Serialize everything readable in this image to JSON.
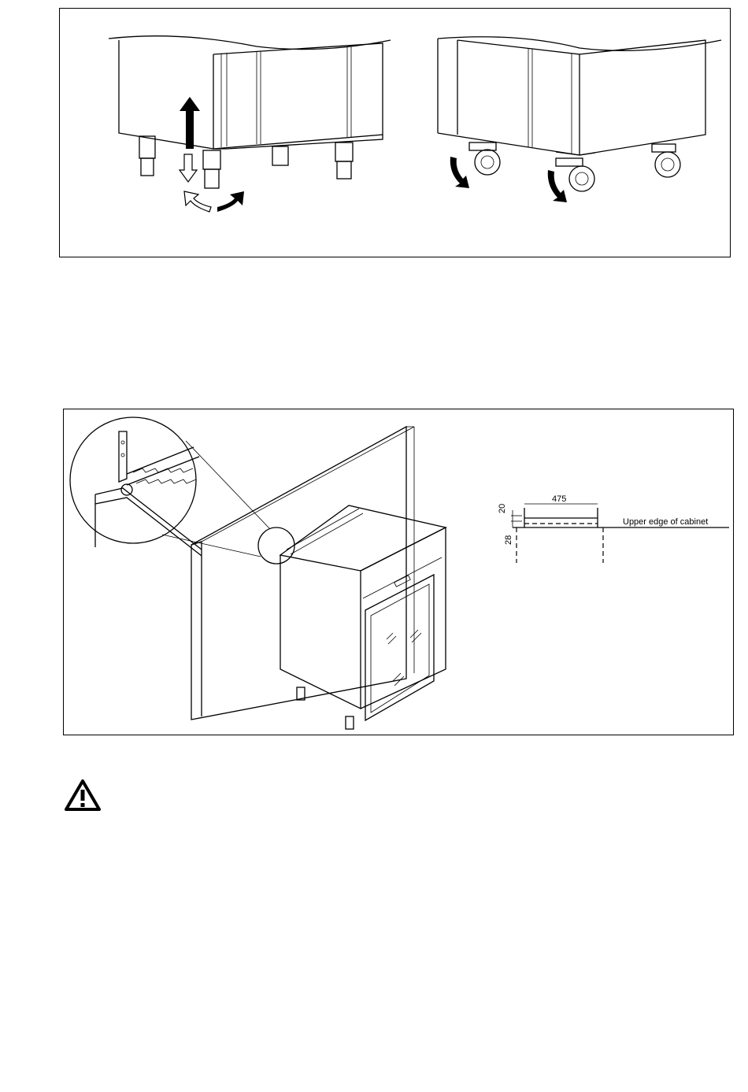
{
  "figure_install": {
    "dim_width": "475",
    "dim_top": "20",
    "dim_side": "28",
    "label_edge": "Upper edge of cabinet"
  },
  "icons": {
    "warning": "warning-triangle-icon"
  }
}
